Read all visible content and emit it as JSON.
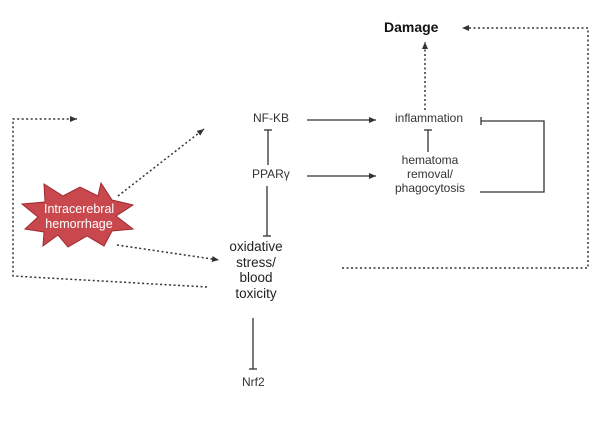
{
  "diagram": {
    "nodes": {
      "damage": "Damage",
      "nfkb": "NF-KB",
      "pparg": "PPARγ",
      "inflammation": "inflammation",
      "hematoma_line1": "hematoma",
      "hematoma_line2": "removal/",
      "hematoma_line3": "phagocytosis",
      "oxidative_line1": "oxidative",
      "oxidative_line2": "stress/",
      "oxidative_line3": "blood",
      "oxidative_line4": "toxicity",
      "nrf2": "Nrf2",
      "ich_line1": "Intracerebral",
      "ich_line2": "hemorrhage"
    },
    "edges": [
      {
        "from": "Intracerebral hemorrhage",
        "to": "NF-KB",
        "type": "dotted-arrow"
      },
      {
        "from": "Intracerebral hemorrhage",
        "to": "oxidative stress/blood toxicity",
        "type": "dotted-arrow"
      },
      {
        "from": "NF-KB",
        "to": "inflammation",
        "type": "arrow"
      },
      {
        "from": "PPARγ",
        "to": "NF-KB",
        "type": "inhibit"
      },
      {
        "from": "PPARγ",
        "to": "hematoma removal/phagocytosis",
        "type": "arrow"
      },
      {
        "from": "PPARγ",
        "to": "oxidative stress/blood toxicity",
        "type": "inhibit"
      },
      {
        "from": "hematoma removal/phagocytosis",
        "to": "inflammation",
        "type": "inhibit"
      },
      {
        "from": "inflammation",
        "to": "Damage",
        "type": "dotted-arrow"
      },
      {
        "from": "oxidative stress/blood toxicity",
        "to": "Damage",
        "type": "dotted-arrow"
      },
      {
        "from": "oxidative stress/blood toxicity",
        "to": "Nrf2",
        "type": "inhibit"
      },
      {
        "from": "oxidative stress/blood toxicity",
        "to": "(loop to top-left)",
        "type": "dotted-arrow"
      }
    ],
    "colors": {
      "star_fill": "#c9484d",
      "star_stroke": "#9e2a30",
      "line": "#333333"
    }
  }
}
